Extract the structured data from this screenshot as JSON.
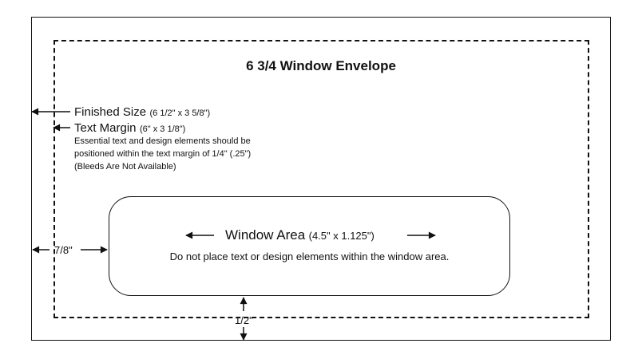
{
  "title": "6 3/4 Window Envelope",
  "finished_size": {
    "label": "Finished Size",
    "dims": "(6 1/2\" x 3 5/8\")"
  },
  "text_margin": {
    "label": "Text Margin",
    "dims": "(6\" x 3 1/8\")"
  },
  "note": {
    "line1": "Essential text and design elements should be",
    "line2": "positioned within the text margin of 1/4\" (.25\")",
    "line3": "(Bleeds Are Not Available)"
  },
  "window_area": {
    "label": "Window Area",
    "dims": "(4.5\" x 1.125\")",
    "note": "Do not place text or design elements within the window area."
  },
  "left_offset": "7/8\"",
  "bottom_offset": "1/2\""
}
